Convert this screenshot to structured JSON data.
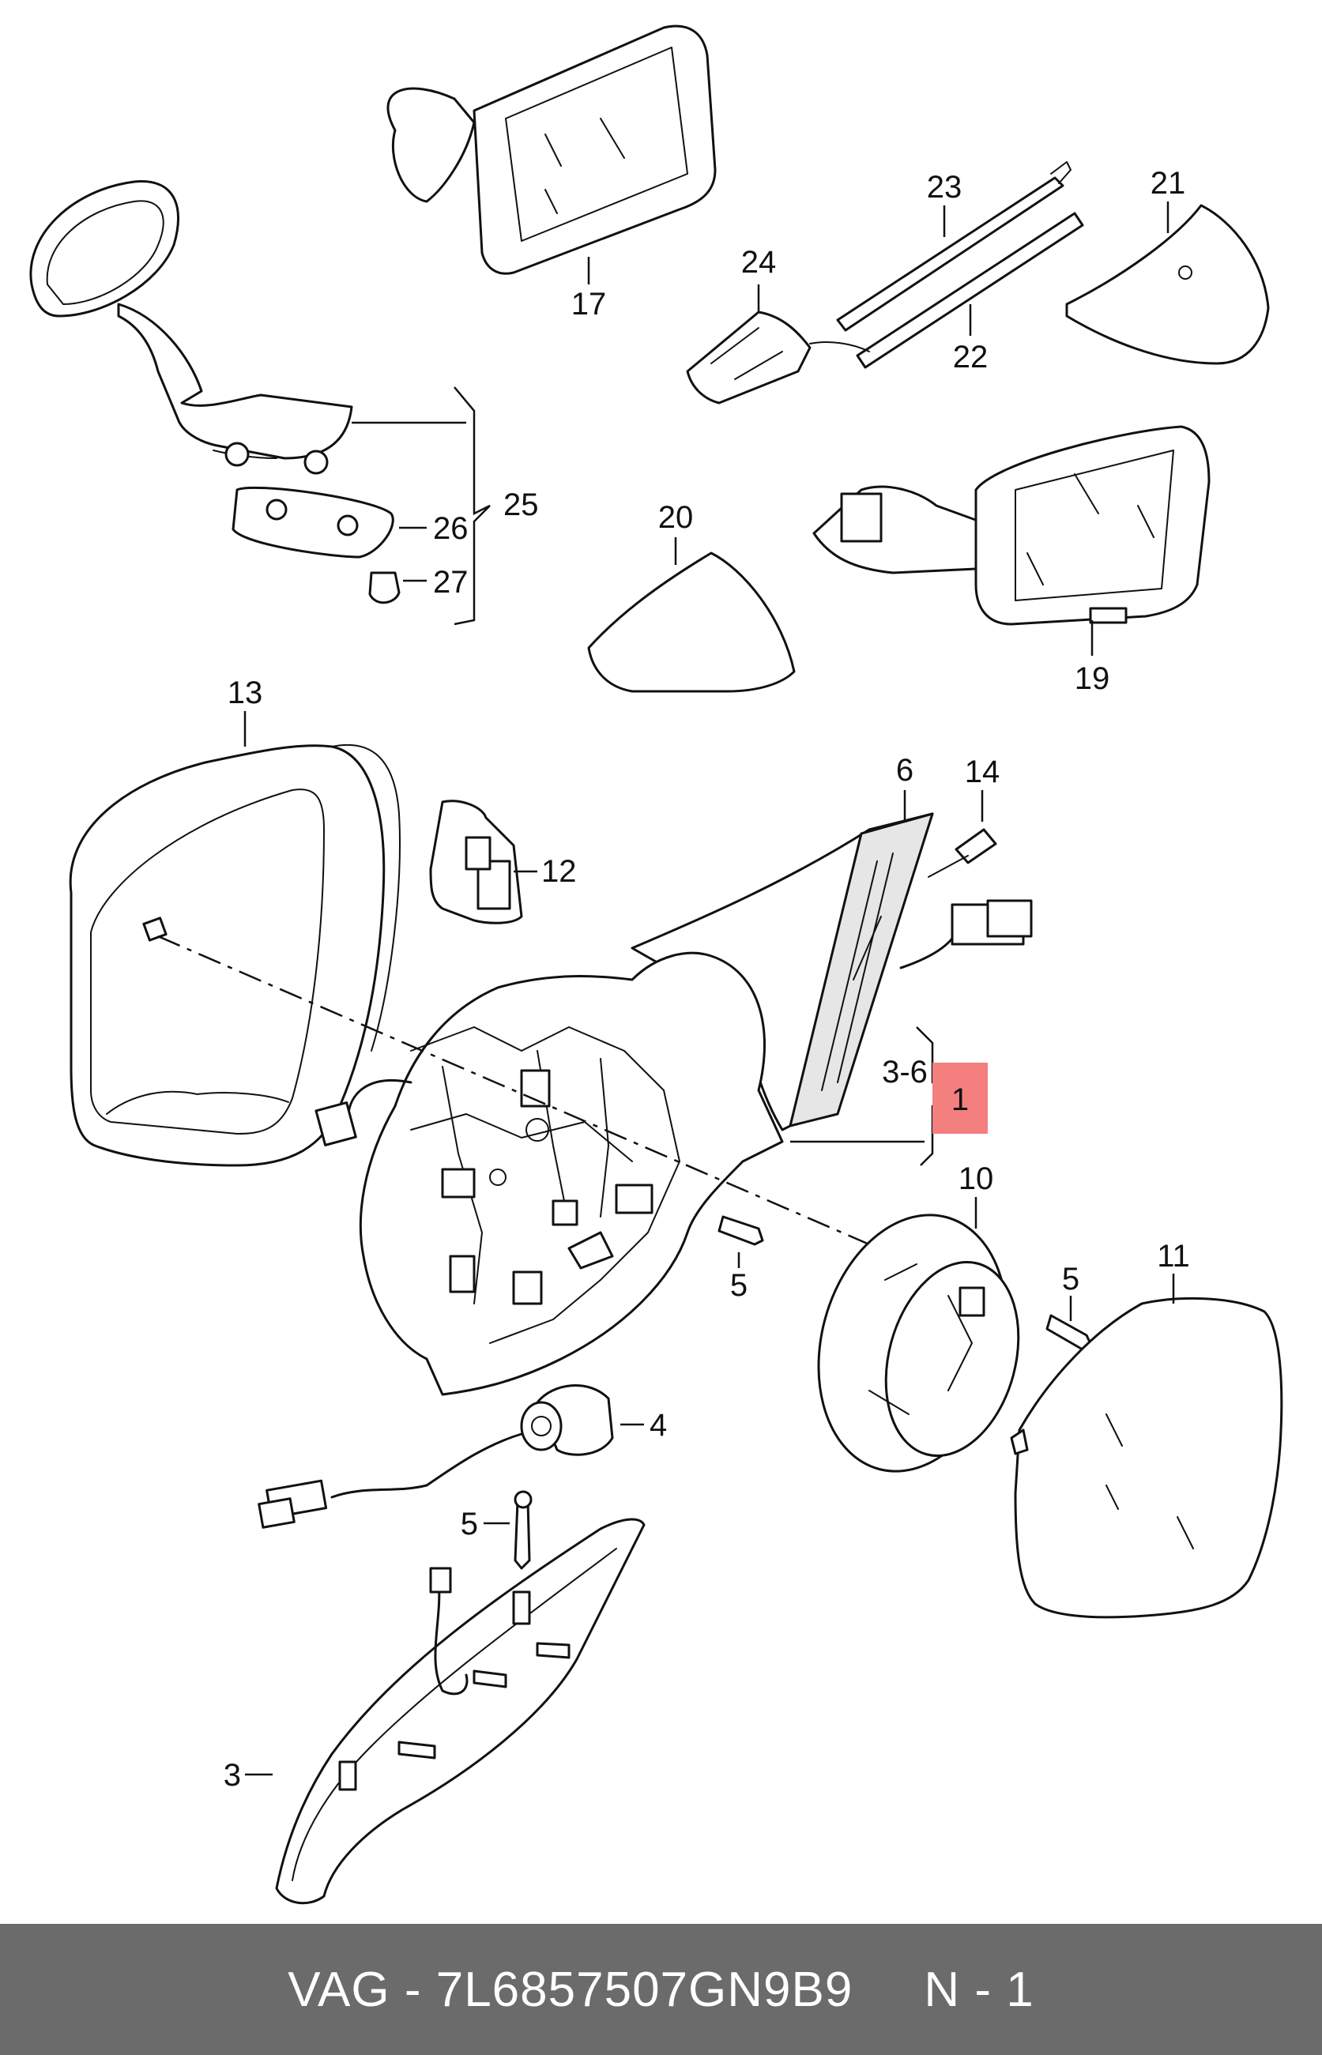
{
  "callouts": {
    "c1": "1",
    "c3": "3",
    "c3_6": "3-6",
    "c4": "4",
    "c5a": "5",
    "c5b": "5",
    "c5c": "5",
    "c6": "6",
    "c10": "10",
    "c11": "11",
    "c12": "12",
    "c13": "13",
    "c14": "14",
    "c17": "17",
    "c19": "19",
    "c20": "20",
    "c21": "21",
    "c22": "22",
    "c23": "23",
    "c24": "24",
    "c25": "25",
    "c26": "26",
    "c27": "27"
  },
  "highlight_color": "#f47f7f",
  "footer": {
    "part_number": "VAG - 7L6857507GN9B9",
    "page": "N - 1"
  }
}
